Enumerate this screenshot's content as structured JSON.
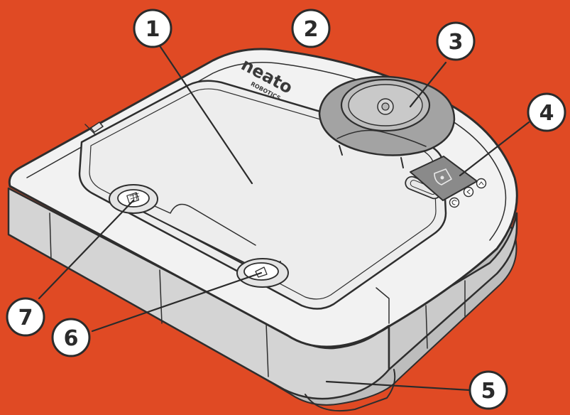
{
  "colors": {
    "background": "#E04A24",
    "body_fill": "#F2F2F2",
    "body_side": "#D4D4D4",
    "outline": "#2E2E2E",
    "callout_fill": "#FFFFFF",
    "callout_stroke": "#2B2B2B",
    "laser_turret": "#A3A3A3",
    "lcd_screen": "#8A8A8A"
  },
  "brand": {
    "name": "neato",
    "subtitle": "ROBOTICS"
  },
  "callouts": [
    {
      "number": "1",
      "part": "lid"
    },
    {
      "number": "2",
      "part": "top-cover"
    },
    {
      "number": "3",
      "part": "laser-turret"
    },
    {
      "number": "4",
      "part": "lcd-screen"
    },
    {
      "number": "5",
      "part": "bumper"
    },
    {
      "number": "6",
      "part": "lid-release-button"
    },
    {
      "number": "7",
      "part": "filter-button"
    }
  ]
}
